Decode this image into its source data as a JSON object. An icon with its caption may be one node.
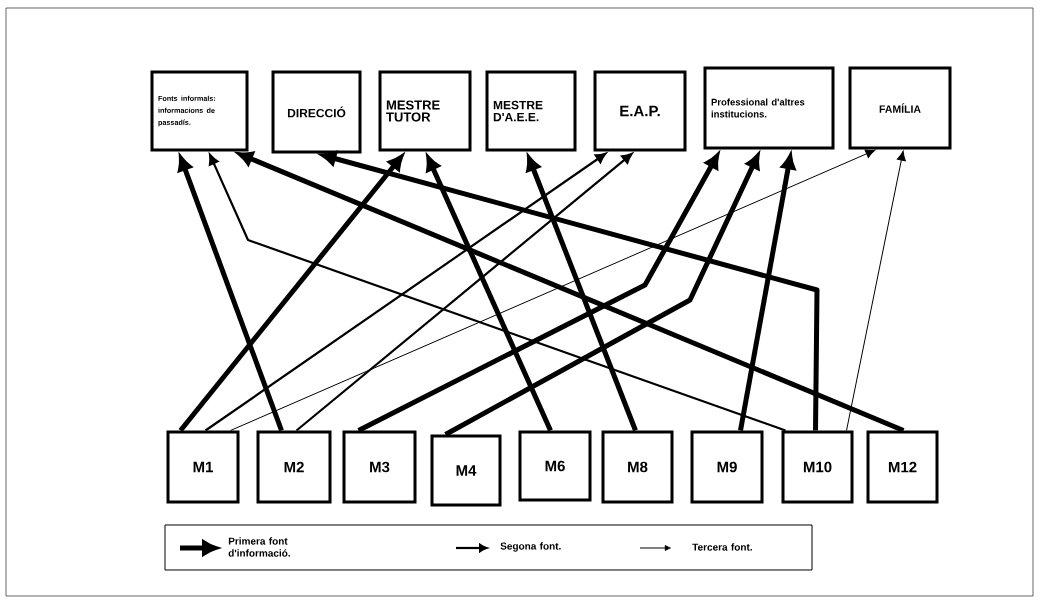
{
  "diagram": {
    "nodes": [
      {
        "text": [
          "Fonts informals: informacions de passadís."
        ]
      },
      {
        "text": [
          "DIRECCIÓ"
        ]
      },
      {
        "text": [
          "MESTRE TUTOR"
        ]
      },
      {
        "text": [
          "MESTRE D'A.E.E."
        ]
      },
      {
        "text": [
          "E.A.P."
        ]
      },
      {
        "text": [
          "Professional d'altres institucions."
        ]
      },
      {
        "text": [
          "FAMÍLIA"
        ]
      },
      {
        "text": [
          "M1"
        ]
      },
      {
        "text": [
          "M2"
        ]
      },
      {
        "text": [
          "M3"
        ]
      },
      {
        "text": [
          "M4"
        ]
      },
      {
        "text": [
          "M6"
        ]
      },
      {
        "text": [
          "M8"
        ]
      },
      {
        "text": [
          "M9"
        ]
      },
      {
        "text": [
          "M10"
        ]
      },
      {
        "text": [
          "M12"
        ]
      }
    ],
    "edges": [
      {
        "from": 8,
        "to": 0,
        "arrow": "to"
      },
      {
        "from": 14,
        "to": 0,
        "arrow": "to"
      },
      {
        "from": 15,
        "to": 0,
        "arrow": "to"
      },
      {
        "from": 14,
        "to": 1,
        "arrow": "to"
      },
      {
        "from": 7,
        "to": 2,
        "arrow": "to"
      },
      {
        "from": 11,
        "to": 2,
        "arrow": "to"
      },
      {
        "from": 12,
        "to": 3,
        "arrow": "to"
      },
      {
        "from": 7,
        "to": 4,
        "arrow": "to"
      },
      {
        "from": 8,
        "to": 4,
        "arrow": "to"
      },
      {
        "from": 9,
        "to": 5,
        "arrow": "to"
      },
      {
        "from": 10,
        "to": 5,
        "arrow": "to"
      },
      {
        "from": 13,
        "to": 5,
        "arrow": "to"
      },
      {
        "from": 7,
        "to": 6,
        "arrow": "to"
      },
      {
        "from": 14,
        "to": 6,
        "arrow": "to"
      }
    ],
    "legend": [
      {
        "text": "Primera font d'informació."
      },
      {
        "text": "Segona font."
      },
      {
        "text": "Tercera font."
      }
    ]
  }
}
